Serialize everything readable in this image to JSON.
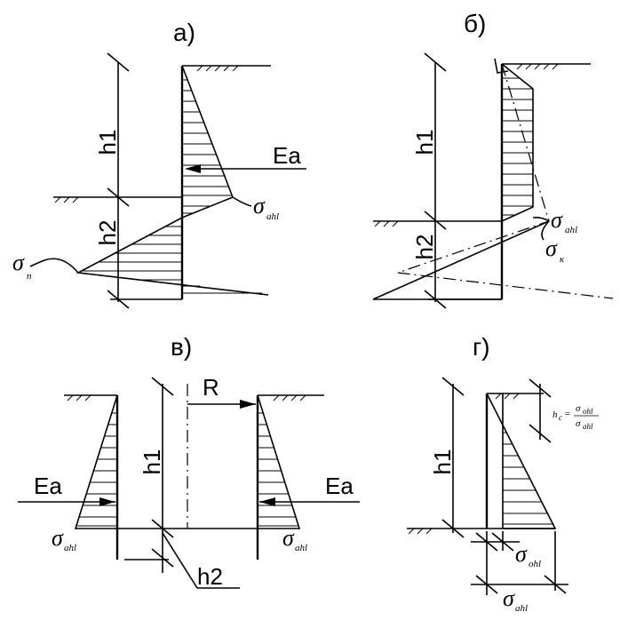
{
  "panels": {
    "a": {
      "title": "а)",
      "h1": "h1",
      "h2": "h2",
      "force": "Ea",
      "sigma_main": "σ",
      "sigma_main_sub": "ahl",
      "sigma_left": "σ",
      "sigma_left_sub": "п"
    },
    "b": {
      "title": "б)",
      "h1": "h1",
      "h2": "h2",
      "sigma_main": "σ",
      "sigma_main_sub": "ahl",
      "sigma_low": "σ",
      "sigma_low_sub": "к"
    },
    "v": {
      "title": "в)",
      "h1": "h1",
      "h2": "h2",
      "reaction": "R",
      "force_left": "Ea",
      "force_right": "Ea",
      "sigma_left": "σ",
      "sigma_left_sub": "ahl",
      "sigma_right": "σ",
      "sigma_right_sub": "ahl"
    },
    "g": {
      "title": "г)",
      "h1": "h1",
      "hc": "h",
      "hc_sub": "c",
      "hc_eq": "=",
      "hc_num": "σ",
      "hc_num_sub": "ohl",
      "hc_den": "σ",
      "hc_den_sub": "ahl",
      "sigma_ohl": "σ",
      "sigma_ohl_sub": "ohl",
      "sigma_ahl": "σ",
      "sigma_ahl_sub": "ahl"
    }
  }
}
